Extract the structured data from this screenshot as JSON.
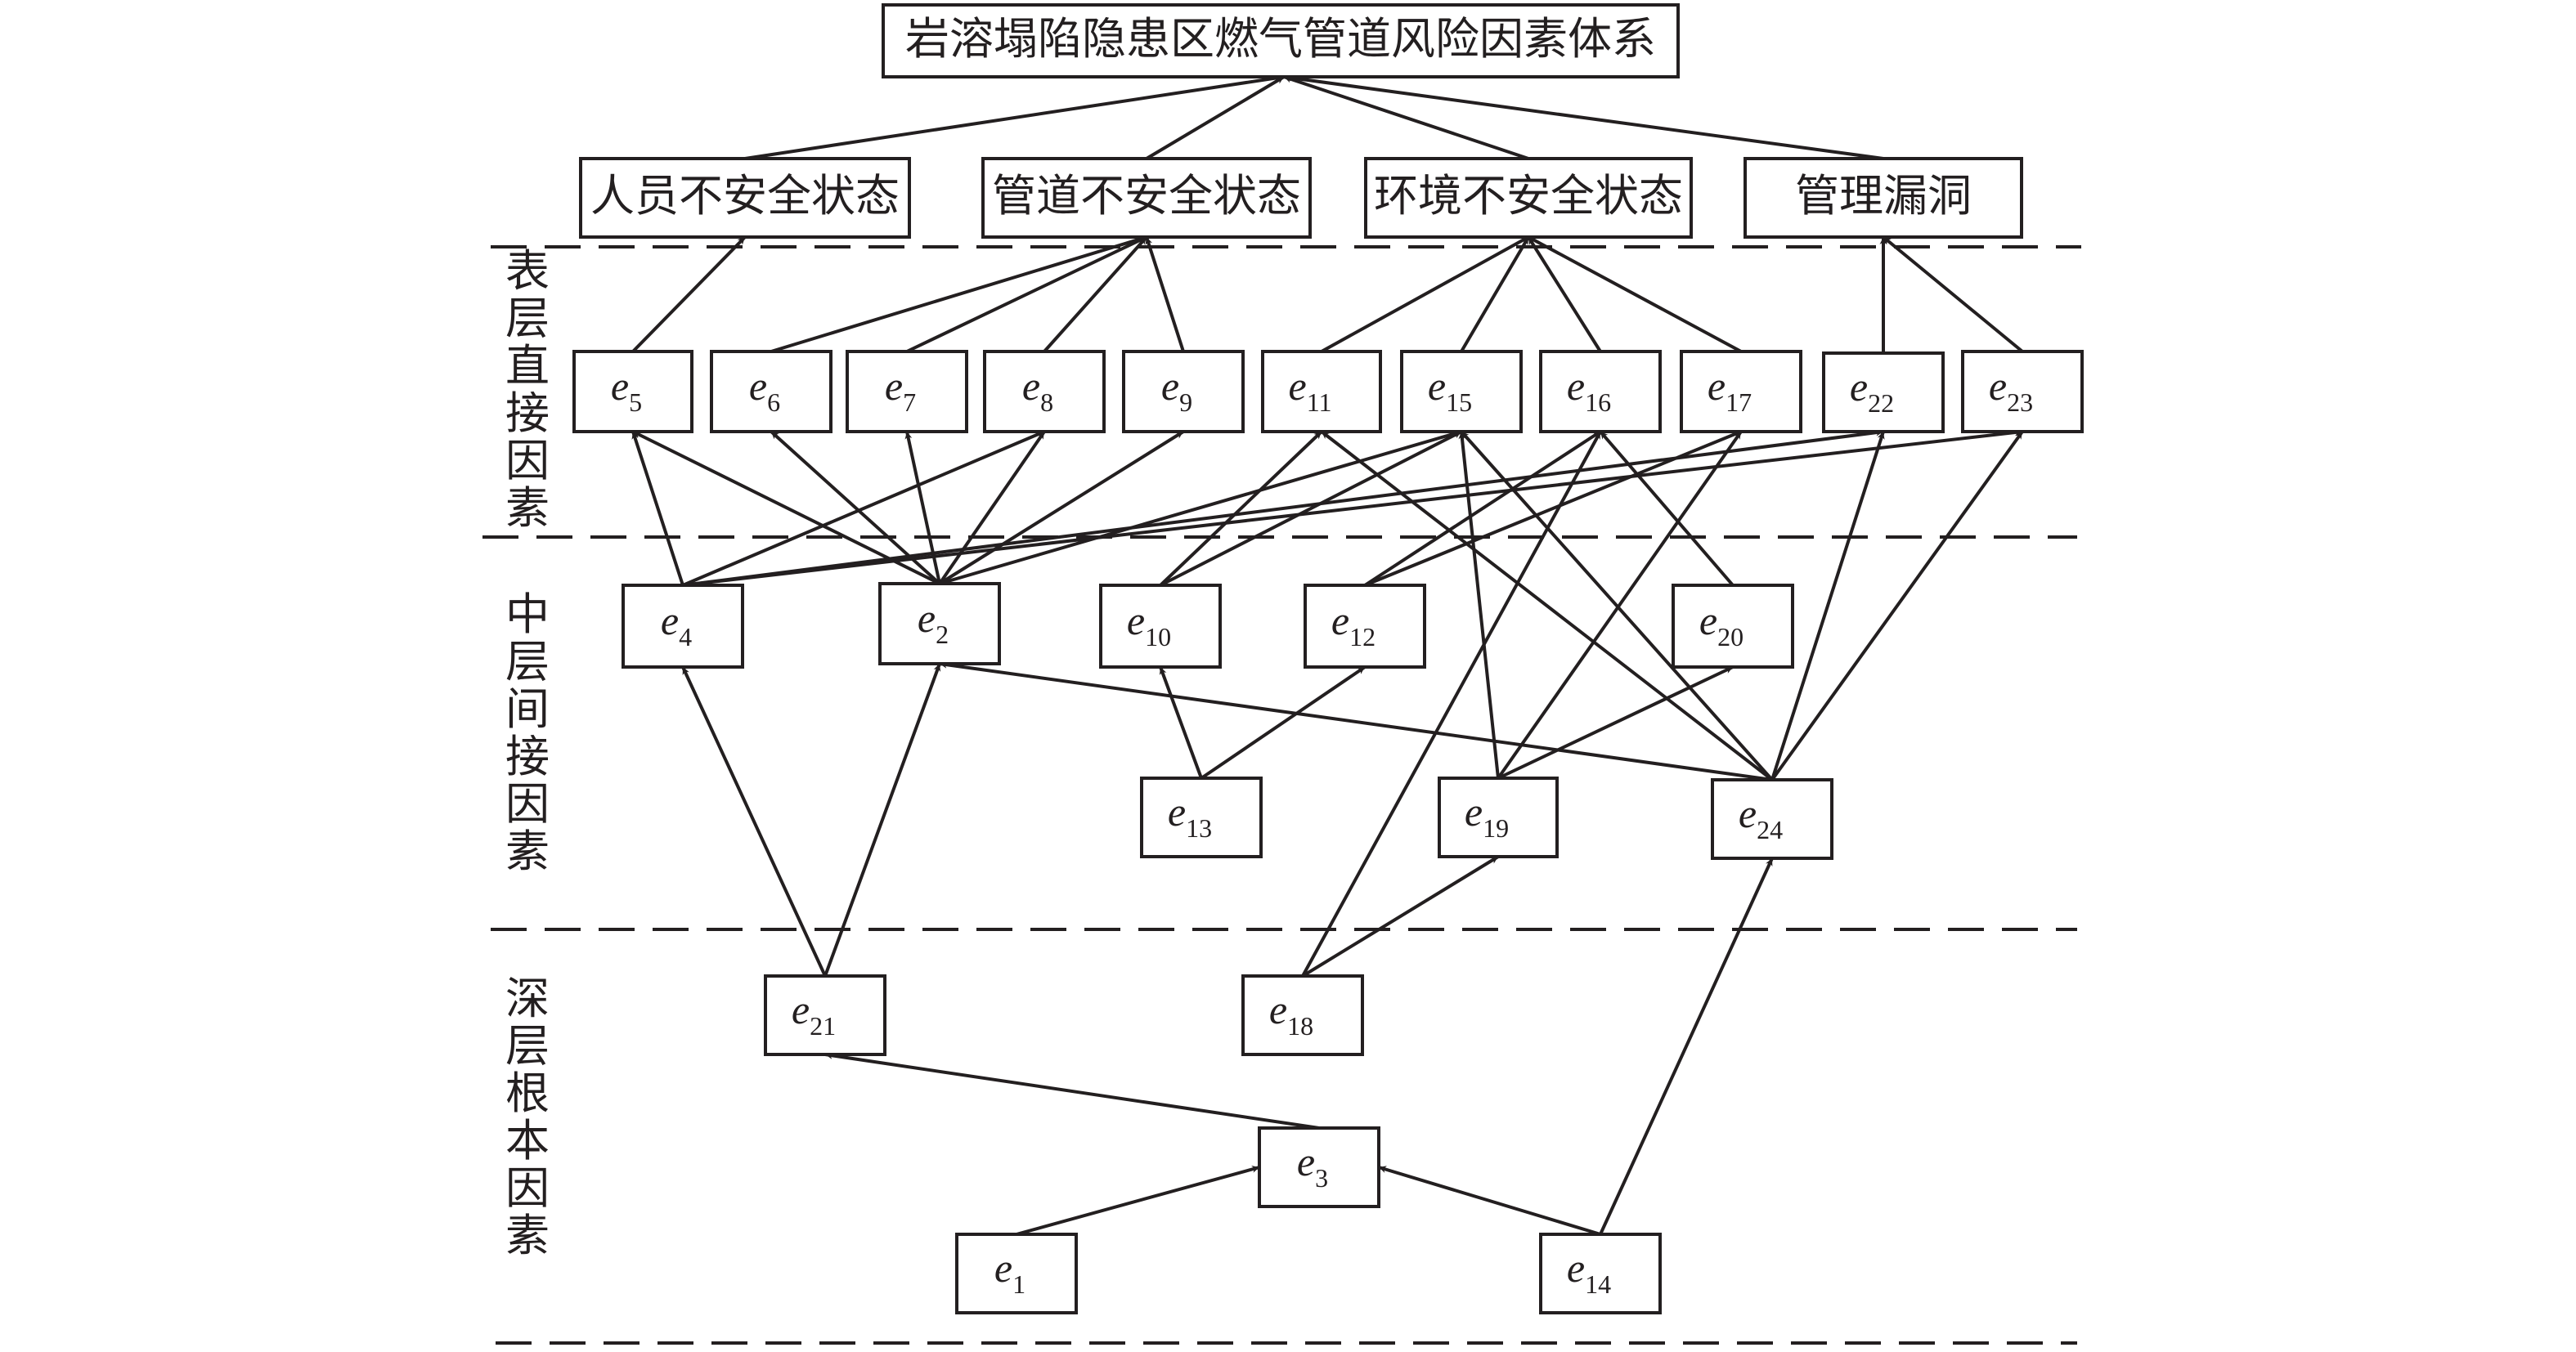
{
  "title": "岩溶塌陷隐患区燃气管道风险因素体系",
  "categories": [
    {
      "id": "person",
      "label": "人员不安全状态"
    },
    {
      "id": "pipe",
      "label": "管道不安全状态"
    },
    {
      "id": "env",
      "label": "环境不安全状态"
    },
    {
      "id": "mgmt",
      "label": "管理漏洞"
    }
  ],
  "layers": [
    {
      "id": "surface",
      "label": "表层直接因素"
    },
    {
      "id": "middle",
      "label": "中层间接因素"
    },
    {
      "id": "deep",
      "label": "深层根本因素"
    }
  ],
  "nodes": [
    {
      "id": "e5",
      "letter": "e",
      "sub": "5",
      "layer": "surface"
    },
    {
      "id": "e6",
      "letter": "e",
      "sub": "6",
      "layer": "surface"
    },
    {
      "id": "e7",
      "letter": "e",
      "sub": "7",
      "layer": "surface"
    },
    {
      "id": "e8",
      "letter": "e",
      "sub": "8",
      "layer": "surface"
    },
    {
      "id": "e9",
      "letter": "e",
      "sub": "9",
      "layer": "surface"
    },
    {
      "id": "e11",
      "letter": "e",
      "sub": "11",
      "layer": "surface"
    },
    {
      "id": "e15",
      "letter": "e",
      "sub": "15",
      "layer": "surface"
    },
    {
      "id": "e16",
      "letter": "e",
      "sub": "16",
      "layer": "surface"
    },
    {
      "id": "e17",
      "letter": "e",
      "sub": "17",
      "layer": "surface"
    },
    {
      "id": "e22",
      "letter": "e",
      "sub": "22",
      "layer": "surface"
    },
    {
      "id": "e23",
      "letter": "e",
      "sub": "23",
      "layer": "surface"
    },
    {
      "id": "e4",
      "letter": "e",
      "sub": "4",
      "layer": "middle"
    },
    {
      "id": "e2",
      "letter": "e",
      "sub": "2",
      "layer": "middle"
    },
    {
      "id": "e10",
      "letter": "e",
      "sub": "10",
      "layer": "middle"
    },
    {
      "id": "e12",
      "letter": "e",
      "sub": "12",
      "layer": "middle"
    },
    {
      "id": "e20",
      "letter": "e",
      "sub": "20",
      "layer": "middle"
    },
    {
      "id": "e13",
      "letter": "e",
      "sub": "13",
      "layer": "middle"
    },
    {
      "id": "e19",
      "letter": "e",
      "sub": "19",
      "layer": "middle"
    },
    {
      "id": "e24",
      "letter": "e",
      "sub": "24",
      "layer": "middle"
    },
    {
      "id": "e21",
      "letter": "e",
      "sub": "21",
      "layer": "deep"
    },
    {
      "id": "e18",
      "letter": "e",
      "sub": "18",
      "layer": "deep"
    },
    {
      "id": "e3",
      "letter": "e",
      "sub": "3",
      "layer": "deep"
    },
    {
      "id": "e1",
      "letter": "e",
      "sub": "1",
      "layer": "deep"
    },
    {
      "id": "e14",
      "letter": "e",
      "sub": "14",
      "layer": "deep"
    }
  ],
  "edges": [
    [
      "person",
      "title"
    ],
    [
      "pipe",
      "title"
    ],
    [
      "env",
      "title"
    ],
    [
      "mgmt",
      "title"
    ],
    [
      "e5",
      "person"
    ],
    [
      "e6",
      "pipe"
    ],
    [
      "e7",
      "pipe"
    ],
    [
      "e8",
      "pipe"
    ],
    [
      "e9",
      "pipe"
    ],
    [
      "e11",
      "env"
    ],
    [
      "e15",
      "env"
    ],
    [
      "e16",
      "env"
    ],
    [
      "e17",
      "env"
    ],
    [
      "e22",
      "mgmt"
    ],
    [
      "e23",
      "mgmt"
    ],
    [
      "e4",
      "e5"
    ],
    [
      "e4",
      "e8"
    ],
    [
      "e4",
      "e22"
    ],
    [
      "e4",
      "e23"
    ],
    [
      "e2",
      "e5"
    ],
    [
      "e2",
      "e6"
    ],
    [
      "e2",
      "e7"
    ],
    [
      "e2",
      "e8"
    ],
    [
      "e2",
      "e9"
    ],
    [
      "e2",
      "e15"
    ],
    [
      "e10",
      "e11"
    ],
    [
      "e10",
      "e15"
    ],
    [
      "e12",
      "e16"
    ],
    [
      "e12",
      "e17"
    ],
    [
      "e20",
      "e16"
    ],
    [
      "e13",
      "e10"
    ],
    [
      "e13",
      "e12"
    ],
    [
      "e19",
      "e15"
    ],
    [
      "e19",
      "e17"
    ],
    [
      "e19",
      "e20"
    ],
    [
      "e24",
      "e11"
    ],
    [
      "e24",
      "e15"
    ],
    [
      "e24",
      "e22"
    ],
    [
      "e24",
      "e23"
    ],
    [
      "e24",
      "e2"
    ],
    [
      "e21",
      "e4"
    ],
    [
      "e21",
      "e2"
    ],
    [
      "e18",
      "e16"
    ],
    [
      "e18",
      "e19"
    ],
    [
      "e3",
      "e21"
    ],
    [
      "e1",
      "e3"
    ],
    [
      "e14",
      "e3"
    ],
    [
      "e14",
      "e24"
    ]
  ]
}
